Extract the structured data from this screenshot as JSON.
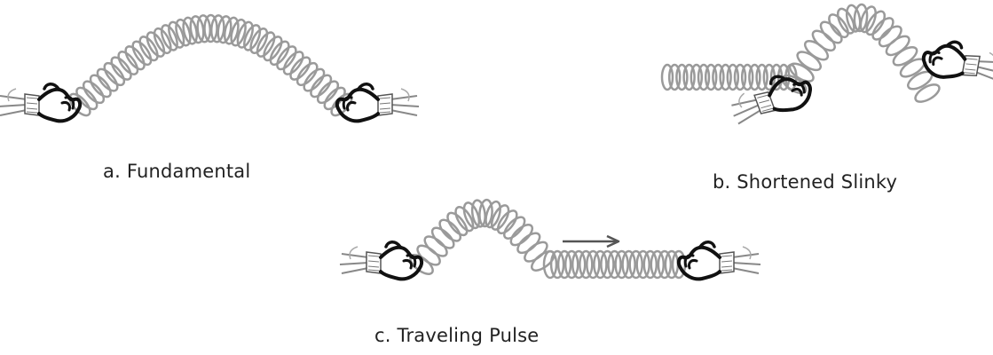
{
  "panels": [
    {
      "id": "a",
      "caption": "a. Fundamental"
    },
    {
      "id": "b",
      "caption": "b. Shortened Slinky"
    },
    {
      "id": "c",
      "caption": "c. Traveling Pulse"
    }
  ],
  "colors": {
    "coil": "#9a9a9a",
    "hand": "#111111",
    "sleeve": "#888888",
    "arrow": "#555555",
    "text": "#222222"
  },
  "icons": [
    "hand-icon",
    "slinky-coil",
    "direction-arrow-icon"
  ]
}
